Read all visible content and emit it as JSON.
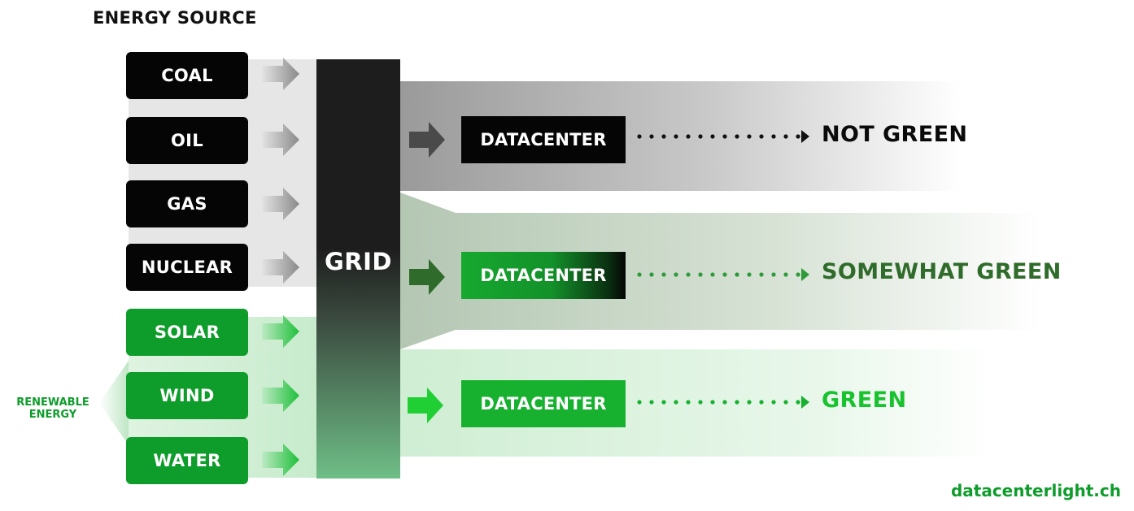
{
  "heading": "ENERGY SOURCE",
  "sources": [
    {
      "label": "COAL",
      "kind": "fossil"
    },
    {
      "label": "OIL",
      "kind": "fossil"
    },
    {
      "label": "GAS",
      "kind": "fossil"
    },
    {
      "label": "NUCLEAR",
      "kind": "fossil"
    },
    {
      "label": "SOLAR",
      "kind": "renewable"
    },
    {
      "label": "WIND",
      "kind": "renewable"
    },
    {
      "label": "WATER",
      "kind": "renewable"
    }
  ],
  "renewable_label": {
    "line1": "RENEWABLE",
    "line2": "ENERGY"
  },
  "grid_label": "GRID",
  "outputs": [
    {
      "datacenter": "DATACENTER",
      "result": "NOT GREEN",
      "color": "#0a0a0a"
    },
    {
      "datacenter": "DATACENTER",
      "result": "SOMEWHAT GREEN",
      "color": "#2f6b2a"
    },
    {
      "datacenter": "DATACENTER",
      "result": "GREEN",
      "color": "#19c22f"
    }
  ],
  "colors": {
    "fossil_box": "#050505",
    "renewable_box": "#0e9c2b",
    "grid_dark": "#1d1d1d",
    "grid_green": "#6fbe87"
  },
  "footer": "datacenterlight.ch"
}
